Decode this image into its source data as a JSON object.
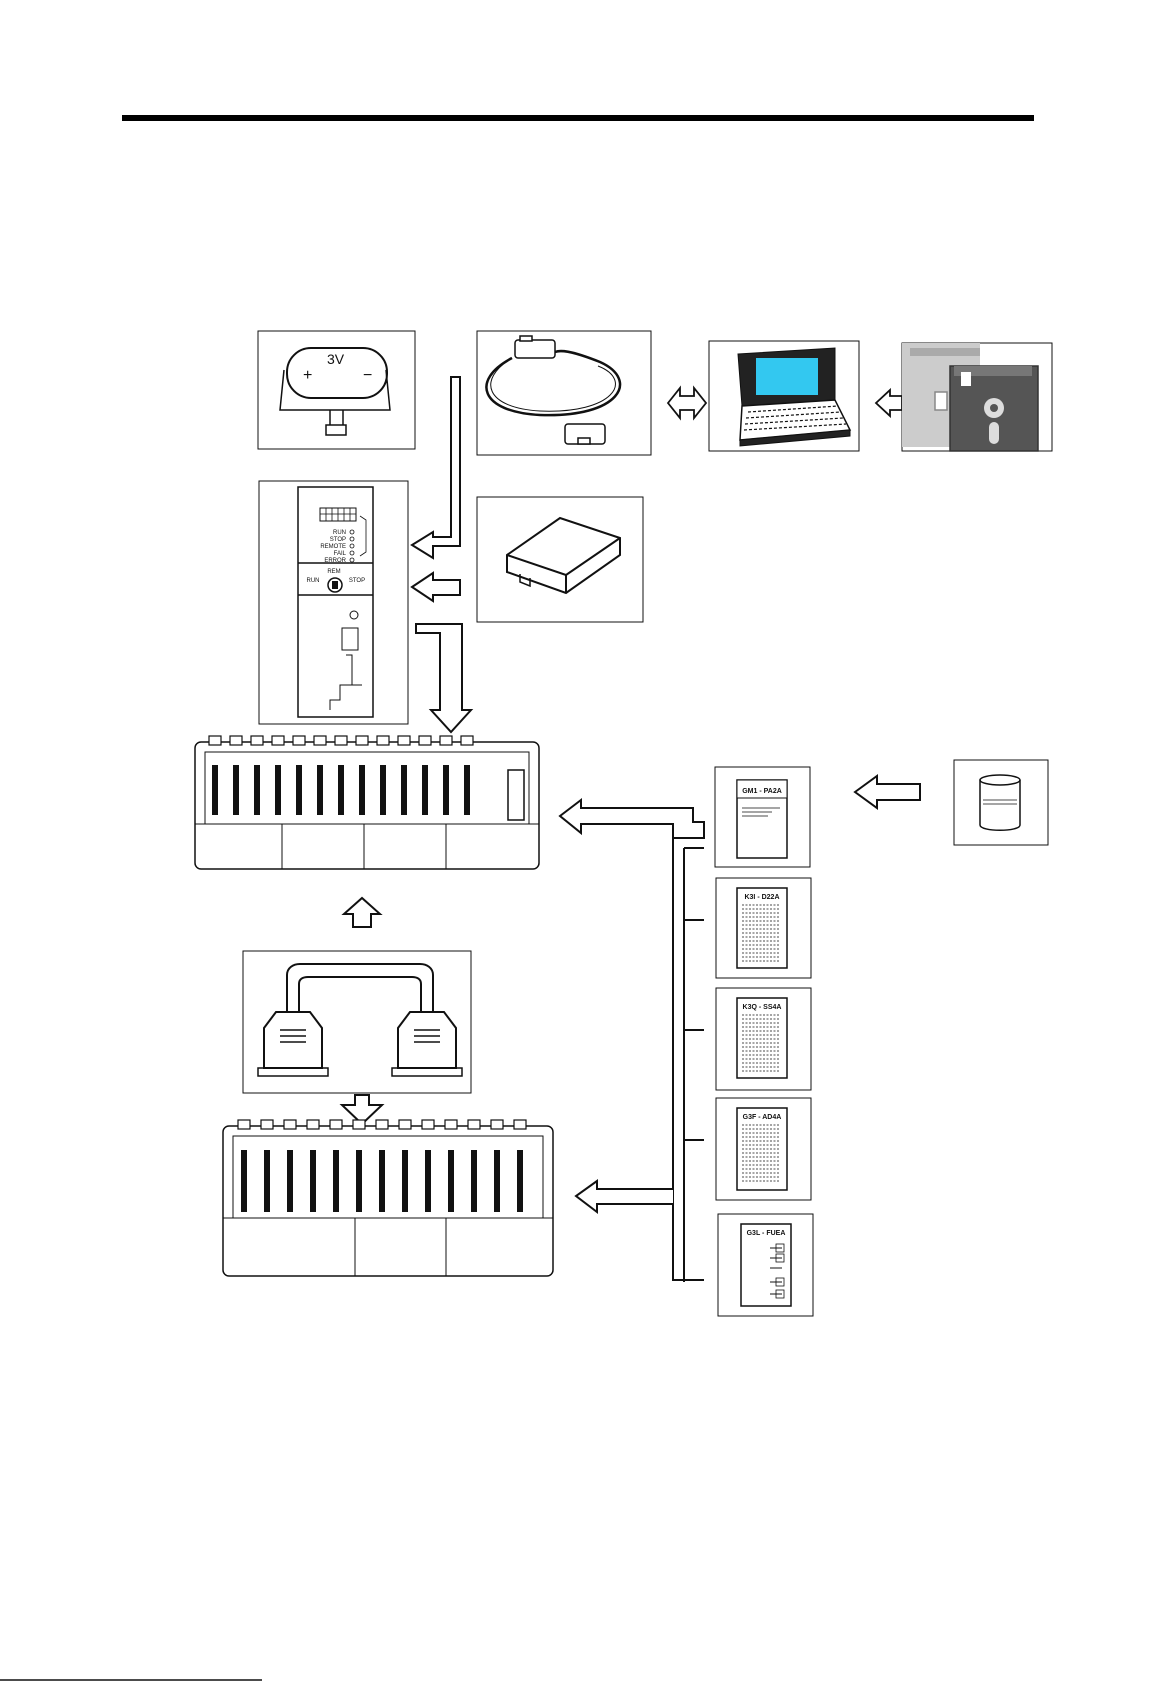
{
  "battery": {
    "voltage": "3V",
    "plus": "+",
    "minus": "−"
  },
  "cpu": {
    "leds": [
      "RUN",
      "STOP",
      "REMOTE",
      "FAIL",
      "ERROR"
    ],
    "key_top": "REM",
    "key_left": "RUN",
    "key_right": "STOP"
  },
  "modules": [
    {
      "label": "GM1 - PA2A"
    },
    {
      "label": "K3I - D22A"
    },
    {
      "label": "K3Q - SS4A"
    },
    {
      "label": "G3F - AD4A"
    },
    {
      "label": "G3L - FUEA"
    }
  ],
  "colors": {
    "screen": "#33c8f0",
    "line": "#111111",
    "floppy": "#555555"
  }
}
